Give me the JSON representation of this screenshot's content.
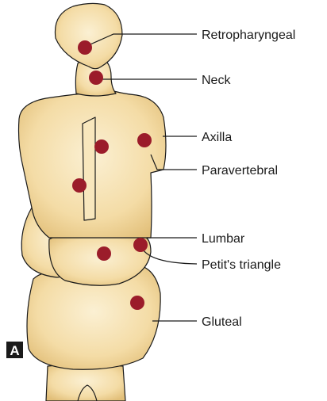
{
  "figure": {
    "panel_label": "A",
    "colors": {
      "body_fill": "#f6e2b4",
      "body_shade": "#e2bf79",
      "dot": "#9b1c2a",
      "outline": "#1a1a1a"
    },
    "labels": [
      {
        "id": "retropharyngeal",
        "text": "Retropharyngeal"
      },
      {
        "id": "neck",
        "text": "Neck"
      },
      {
        "id": "axilla",
        "text": "Axilla"
      },
      {
        "id": "paravertebral",
        "text": "Paravertebral"
      },
      {
        "id": "lumbar",
        "text": "Lumbar"
      },
      {
        "id": "petits-triangle",
        "text": "Petit's triangle"
      },
      {
        "id": "gluteal",
        "text": "Gluteal"
      }
    ]
  }
}
